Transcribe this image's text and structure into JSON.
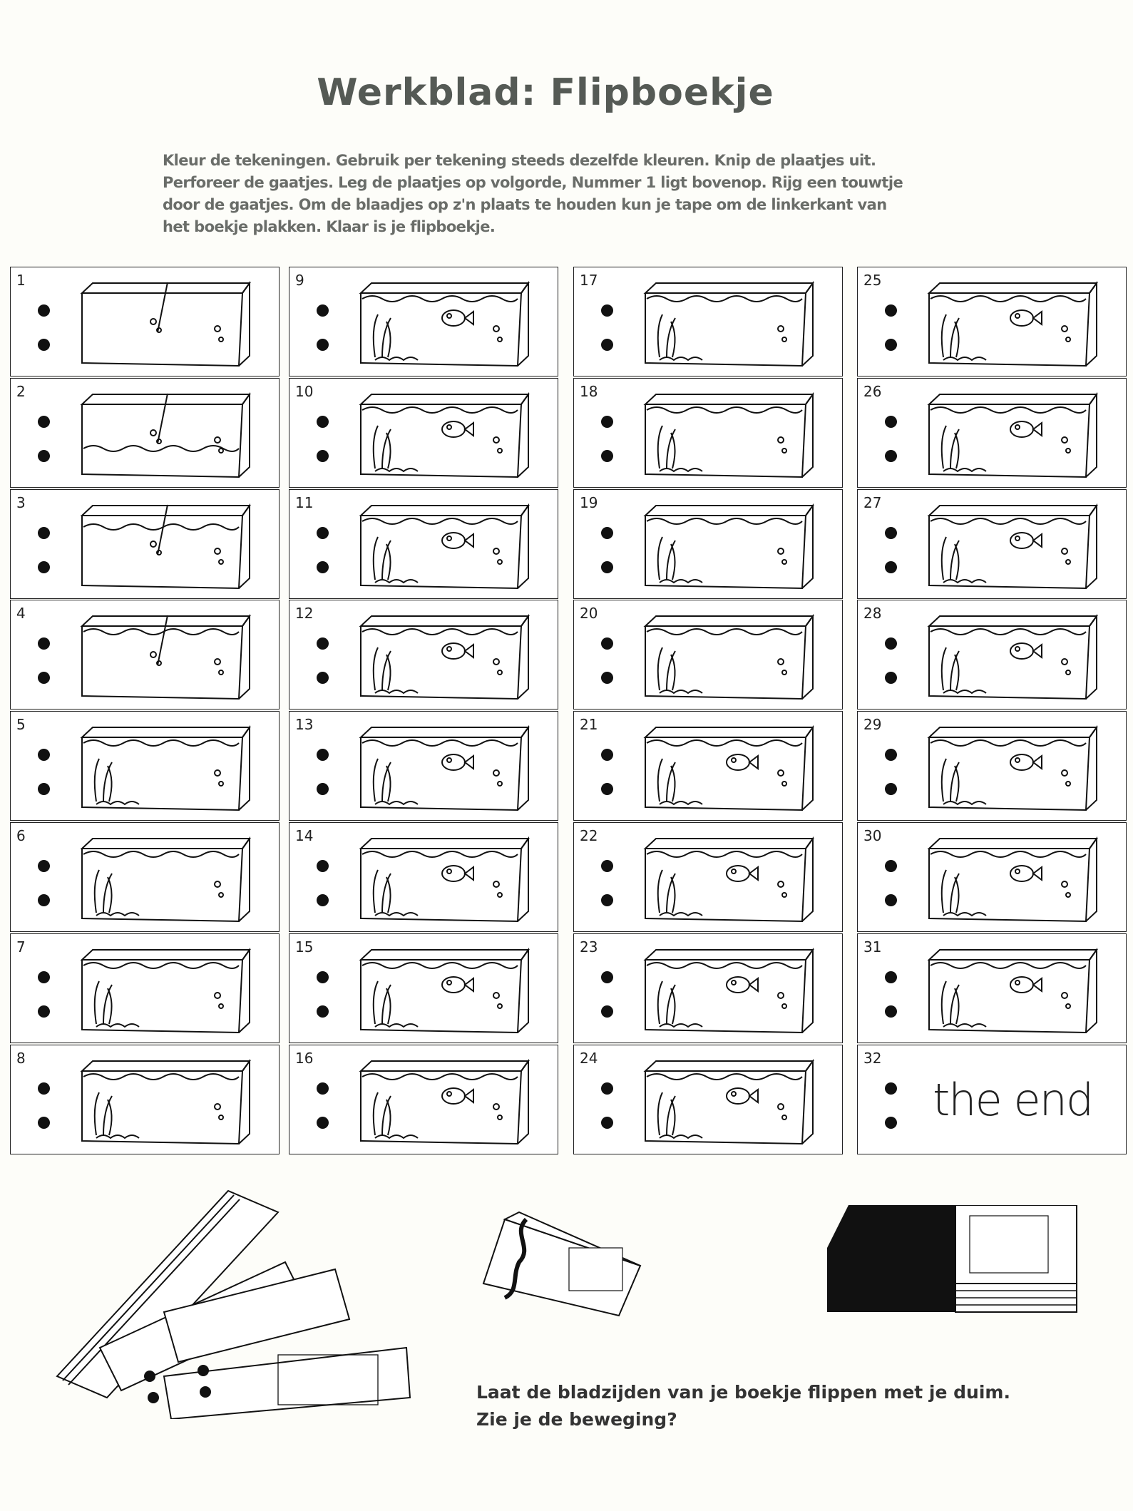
{
  "title": "Werkblad: Flipboekje",
  "instructions": [
    "Kleur de tekeningen. Gebruik per tekening steeds dezelfde kleuren. Knip de plaatjes uit.",
    "Perforeer de gaatjes. Leg de plaatjes op volgorde, Nummer 1 ligt bovenop. Rijg een touwtje",
    "door de gaatjes. Om de blaadjes op z'n plaats te houden kun je tape om de linkerkant  van",
    "het boekje plakken. Klaar is je flipboekje."
  ],
  "cells": [
    "1",
    "2",
    "3",
    "4",
    "5",
    "6",
    "7",
    "8",
    "9",
    "10",
    "11",
    "12",
    "13",
    "14",
    "15",
    "16",
    "17",
    "18",
    "19",
    "20",
    "21",
    "22",
    "23",
    "24",
    "25",
    "26",
    "27",
    "28",
    "29",
    "30",
    "31",
    "32"
  ],
  "end_text": "the end",
  "footer": [
    "Laat de bladzijden van je boekje flippen met je duim.",
    "Zie je de beweging?"
  ]
}
